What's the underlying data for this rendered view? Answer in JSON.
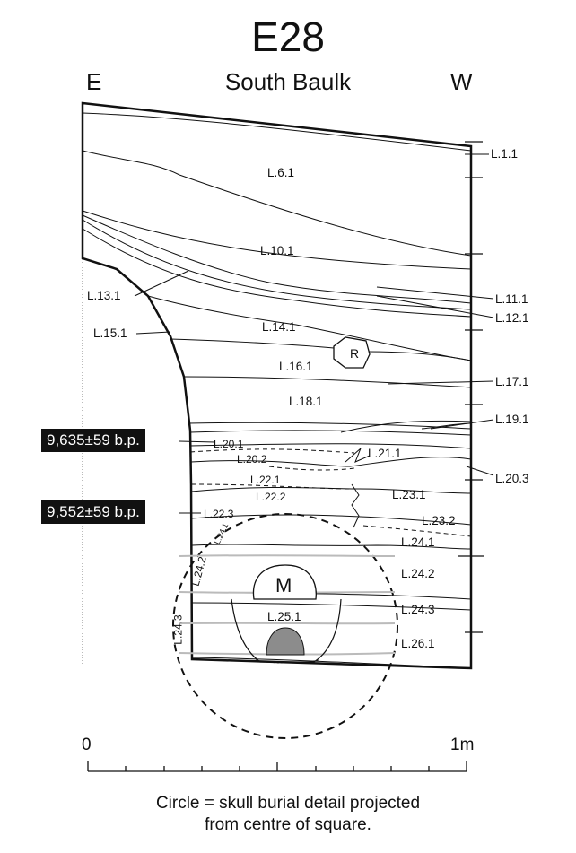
{
  "header": {
    "title": "E28",
    "subtitle": "South Baulk",
    "left_orientation": "E",
    "right_orientation": "W"
  },
  "layers": {
    "right": [
      "L.1.1",
      "L.11.1",
      "L.12.1",
      "L.17.1",
      "L.19.1",
      "L.20.3",
      "L.23.2"
    ],
    "center": [
      "L.6.1",
      "L.10.1",
      "L.14.1",
      "L.16.1",
      "L.18.1",
      "L.20.1",
      "L.20.2",
      "L.21.1",
      "L.22.1",
      "L.22.2",
      "L.22.3",
      "L.23.1",
      "L.24.1",
      "L.24.2",
      "L.24.3",
      "L.25.1",
      "L.26.1"
    ],
    "left": [
      "L.13.1",
      "L.15.1"
    ],
    "circle": [
      "L.24.1",
      "L.24.2",
      "L.24.3"
    ]
  },
  "features": {
    "rock": "R",
    "burial": "M"
  },
  "dates": [
    "9,635±59 b.p.",
    "9,552±59 b.p."
  ],
  "scale": {
    "start": "0",
    "end": "1m"
  },
  "caption": [
    "Circle = skull burial detail projected",
    "from centre of square."
  ]
}
